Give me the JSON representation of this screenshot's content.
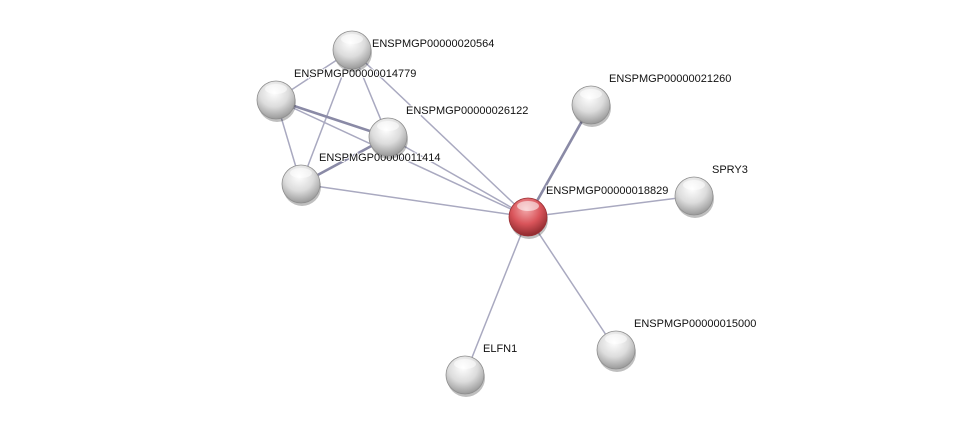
{
  "network": {
    "query_node": "ENSPMGP00000018829",
    "colors": {
      "query": "#d9545a",
      "node": "#e2e2e2",
      "edge": "#a9a9c0",
      "edge_strong": "#8a8aa6"
    },
    "nodes": [
      {
        "id": "ENSPMGP00000020564",
        "label": "ENSPMGP00000020564"
      },
      {
        "id": "ENSPMGP00000014779",
        "label": "ENSPMGP00000014779"
      },
      {
        "id": "ENSPMGP00000026122",
        "label": "ENSPMGP00000026122"
      },
      {
        "id": "ENSPMGP00000011414",
        "label": "ENSPMGP00000011414"
      },
      {
        "id": "ENSPMGP00000018829",
        "label": "ENSPMGP00000018829"
      },
      {
        "id": "ENSPMGP00000021260",
        "label": "ENSPMGP00000021260"
      },
      {
        "id": "SPRY3",
        "label": "SPRY3"
      },
      {
        "id": "ENSPMGP00000015000",
        "label": "ENSPMGP00000015000"
      },
      {
        "id": "ELFN1",
        "label": "ELFN1"
      }
    ],
    "edges": [
      {
        "source": "ENSPMGP00000020564",
        "target": "ENSPMGP00000014779",
        "strength": 1
      },
      {
        "source": "ENSPMGP00000020564",
        "target": "ENSPMGP00000026122",
        "strength": 1
      },
      {
        "source": "ENSPMGP00000020564",
        "target": "ENSPMGP00000011414",
        "strength": 1
      },
      {
        "source": "ENSPMGP00000020564",
        "target": "ENSPMGP00000018829",
        "strength": 1
      },
      {
        "source": "ENSPMGP00000014779",
        "target": "ENSPMGP00000026122",
        "strength": 2
      },
      {
        "source": "ENSPMGP00000014779",
        "target": "ENSPMGP00000011414",
        "strength": 1
      },
      {
        "source": "ENSPMGP00000014779",
        "target": "ENSPMGP00000018829",
        "strength": 1
      },
      {
        "source": "ENSPMGP00000026122",
        "target": "ENSPMGP00000011414",
        "strength": 2
      },
      {
        "source": "ENSPMGP00000026122",
        "target": "ENSPMGP00000018829",
        "strength": 1
      },
      {
        "source": "ENSPMGP00000011414",
        "target": "ENSPMGP00000018829",
        "strength": 1
      },
      {
        "source": "ENSPMGP00000018829",
        "target": "ENSPMGP00000021260",
        "strength": 2
      },
      {
        "source": "ENSPMGP00000018829",
        "target": "SPRY3",
        "strength": 1
      },
      {
        "source": "ENSPMGP00000018829",
        "target": "ENSPMGP00000015000",
        "strength": 1
      },
      {
        "source": "ENSPMGP00000018829",
        "target": "ELFN1",
        "strength": 1
      }
    ]
  }
}
